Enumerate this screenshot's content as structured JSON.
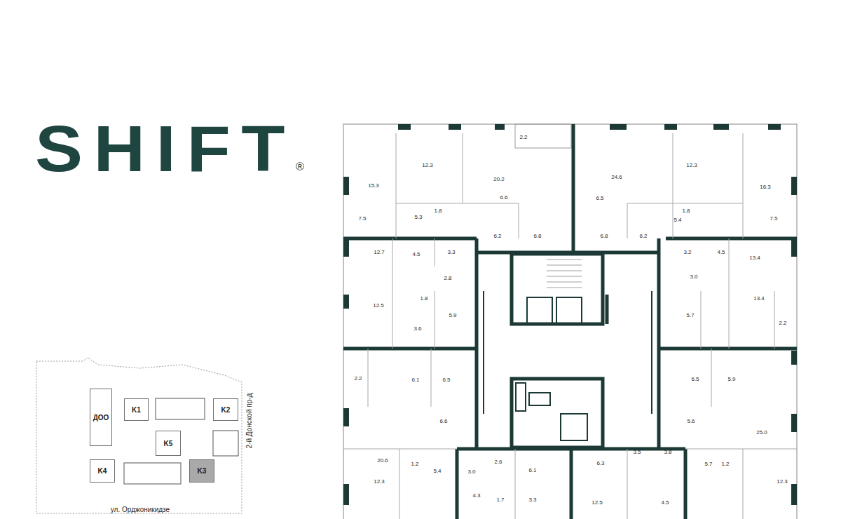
{
  "diagram": {
    "title": "SHIFT",
    "nodes": [
      {
        "text": [
          "ДОО"
        ]
      },
      {
        "text": [
          "K1"
        ]
      },
      {
        "text": [
          "K2"
        ]
      },
      {
        "text": [
          "K5"
        ]
      },
      {
        "text": [
          "K4"
        ]
      },
      {
        "text": [
          "K3"
        ]
      }
    ],
    "labels": [
      "®",
      "15.3",
      "12.3",
      "20.2",
      "2.2",
      "6.6",
      "1.8",
      "5.3",
      "7.5",
      "6.2",
      "6.8",
      "6.8",
      "6.2",
      "6.5",
      "24.6",
      "12.3",
      "16.3",
      "1.8",
      "5.4",
      "7.5",
      "12.7",
      "4.5",
      "3.3",
      "2.8",
      "1.8",
      "12.5",
      "5.9",
      "3.6",
      "3.2",
      "4.5",
      "3.0",
      "13.4",
      "13.4",
      "5.7",
      "2.2",
      "2.2",
      "6.1",
      "6.5",
      "6.6",
      "20.6",
      "6.5",
      "5.9",
      "25.0",
      "5.6",
      "12.3",
      "1.2",
      "5.4",
      "3.0",
      "2.6",
      "6.1",
      "4.3",
      "1.7",
      "3.3",
      "6.3",
      "3.5",
      "3.8",
      "12.5",
      "4.5",
      "5.7",
      "1.2",
      "12.3",
      "2-й Донской пр-д",
      "ул. Орджоникидзе"
    ]
  }
}
